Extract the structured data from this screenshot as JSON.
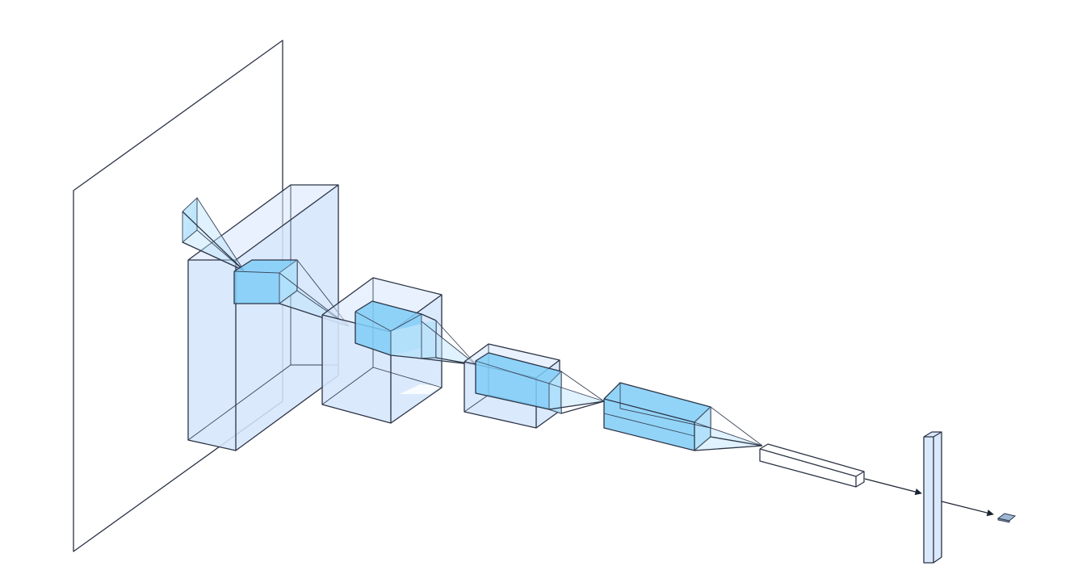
{
  "diagram": {
    "type": "cnn-architecture-3d",
    "colors": {
      "plane_fill": "#dbe8fb",
      "block_fill": "#d6e6fb",
      "kernel_fill": "#7fcdf7",
      "kernel_face_light": "#b9e3fb",
      "edge_stroke": "#2b3345",
      "arrow_stroke": "#1c2330",
      "background": "#ffffff"
    },
    "stages": [
      {
        "kind": "input-plane"
      },
      {
        "kind": "conv-block"
      },
      {
        "kind": "conv-block"
      },
      {
        "kind": "conv-block"
      },
      {
        "kind": "conv-block"
      },
      {
        "kind": "flat-vector"
      },
      {
        "kind": "dense-vector"
      },
      {
        "kind": "output-node"
      }
    ]
  }
}
